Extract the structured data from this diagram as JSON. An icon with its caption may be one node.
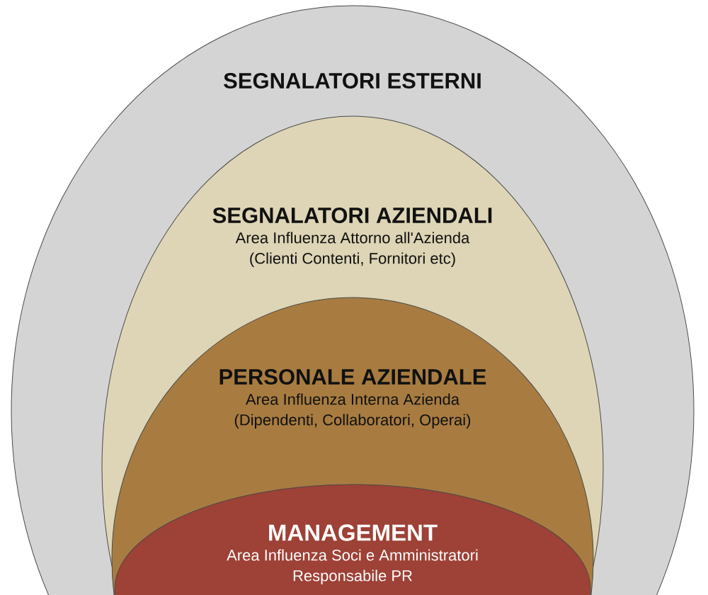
{
  "diagram": {
    "nodes": [
      {
        "text": [
          "SEGNALATORI ESTERNI"
        ]
      },
      {
        "text": [
          "SEGNALATORI AZIENDALI",
          "Area Influenza Attorno all'Azienda (Clienti Contenti, Fornitori etc)"
        ],
        "in": 0
      },
      {
        "text": [
          "PERSONALE AZIENDALE",
          "Area Influenza Interna Azienda (Dipendenti, Collaboratori, Operai)"
        ],
        "in": 1
      },
      {
        "text": [
          "MANAGEMENT",
          "Area Influenza Soci e Amministratori Responsabile PR"
        ],
        "in": 2
      }
    ]
  }
}
